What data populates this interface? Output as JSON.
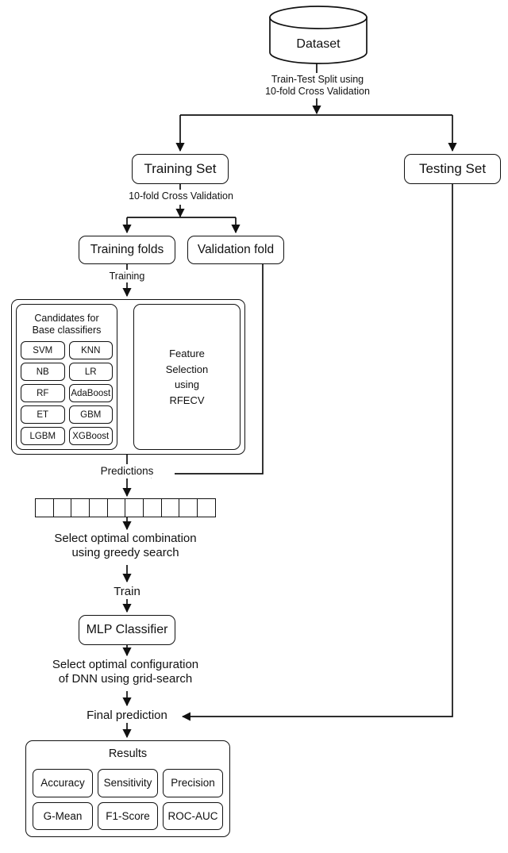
{
  "diagram": {
    "title": "Machine learning ensemble pipeline flowchart",
    "stroke_color": "#111111",
    "background_color": "#ffffff"
  },
  "nodes": {
    "dataset": "Dataset",
    "training_set": "Training Set",
    "testing_set": "Testing Set",
    "training_folds": "Training folds",
    "validation_fold": "Validation fold",
    "mlp_classifier": "MLP Classifier",
    "candidates_title": "Candidates for\nBase classifiers",
    "rfecv": "Feature\nSelection\nusing\nRFECV",
    "results_title": "Results"
  },
  "edge_labels": {
    "train_test_split": "Train-Test Split using\n10-fold Cross Validation",
    "cross_validation": "10-fold Cross Validation",
    "training": "Training",
    "predictions": "Predictions",
    "greedy_search": "Select optimal combination\nusing greedy search",
    "train": "Train",
    "grid_search": "Select optimal configuration\nof DNN using grid-search",
    "final_prediction": "Final prediction"
  },
  "base_classifiers": [
    "SVM",
    "KNN",
    "NB",
    "LR",
    "RF",
    "AdaBoost",
    "ET",
    "GBM",
    "LGBM",
    "XGBoost"
  ],
  "results_metrics": [
    "Accuracy",
    "Sensitivity",
    "Precision",
    "G-Mean",
    "F1-Score",
    "ROC-AUC"
  ],
  "prediction_cells": {
    "count": 10,
    "labels": [
      "",
      "",
      "",
      "",
      "",
      "",
      "",
      "",
      "",
      ""
    ]
  }
}
